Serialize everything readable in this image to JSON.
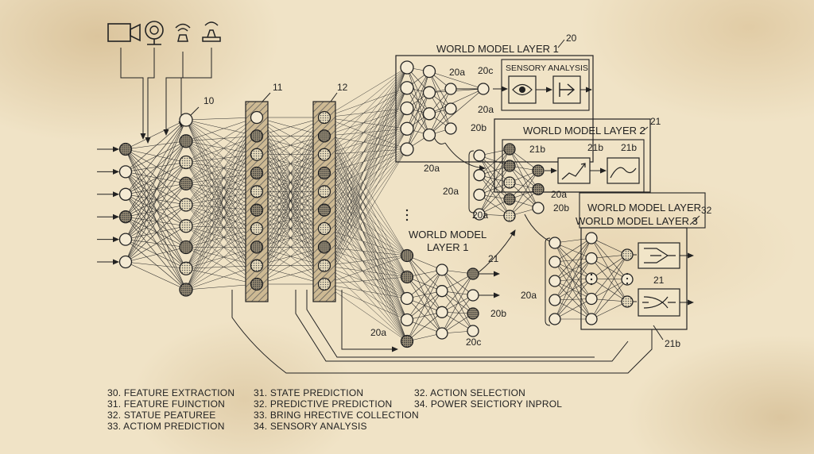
{
  "labels": {
    "ref_10": "10",
    "ref_11": "11",
    "ref_12": "12",
    "ref_20": "20",
    "ref_21_a": "21",
    "ref_21_b": "21",
    "ref_21_c": "21",
    "ref_32": "32",
    "wm1_title": "WORLD MODEL LAYER 1",
    "wm1_mid_line1": "WORLD MODEL",
    "wm1_mid_line2": "LAYER 1",
    "wm2_title": "WORLD MODEL LAYER 2",
    "wm3_line1": "WORLD MODEL LAYER",
    "wm3_line2": "WORLD MODEL LAYER 3",
    "sensory": "SENSORY ANALYSIS",
    "l_20a_1": "20a",
    "l_20c_1": "20c",
    "l_20a_2": "20a",
    "l_20b_1": "20b",
    "l_20a_3": "20a",
    "l_20a_4": "20a",
    "l_20a_5": "20a",
    "l_21b_1": "21b",
    "l_21b_2": "21b",
    "l_21b_3": "21b",
    "l_20a_6": "20a",
    "l_20b_2": "20b",
    "l_20b_3": "20b",
    "l_20a_7": "20a",
    "l_20c_2": "20c",
    "l_20a_8": "20a",
    "l_21b_4": "21b"
  },
  "legend": {
    "col1": [
      "30. FEATURE EXTRACTION",
      "31. FEATURE FUINCTION",
      "32. STATUE PEATUREE",
      "33. ACTIOM PREDICTION"
    ],
    "col2": [
      "31. STATE PREDICTION",
      "32. PREDICTIVE PREDICTION",
      "33. BRING HRECTIVE COLLECTION",
      "34. SENSORY ANALYSIS"
    ],
    "col3": [
      "32. ACTION SELECTION",
      "34. POWER SEICTIORY INPROL"
    ]
  },
  "icons": [
    "video-camera-icon",
    "webcam-icon",
    "wireless-antenna-icon",
    "router-icon",
    "eye-icon",
    "actuator-icon",
    "rising-chart-icon",
    "curve-chart-icon",
    "comparator-icon",
    "mixer-icon"
  ]
}
